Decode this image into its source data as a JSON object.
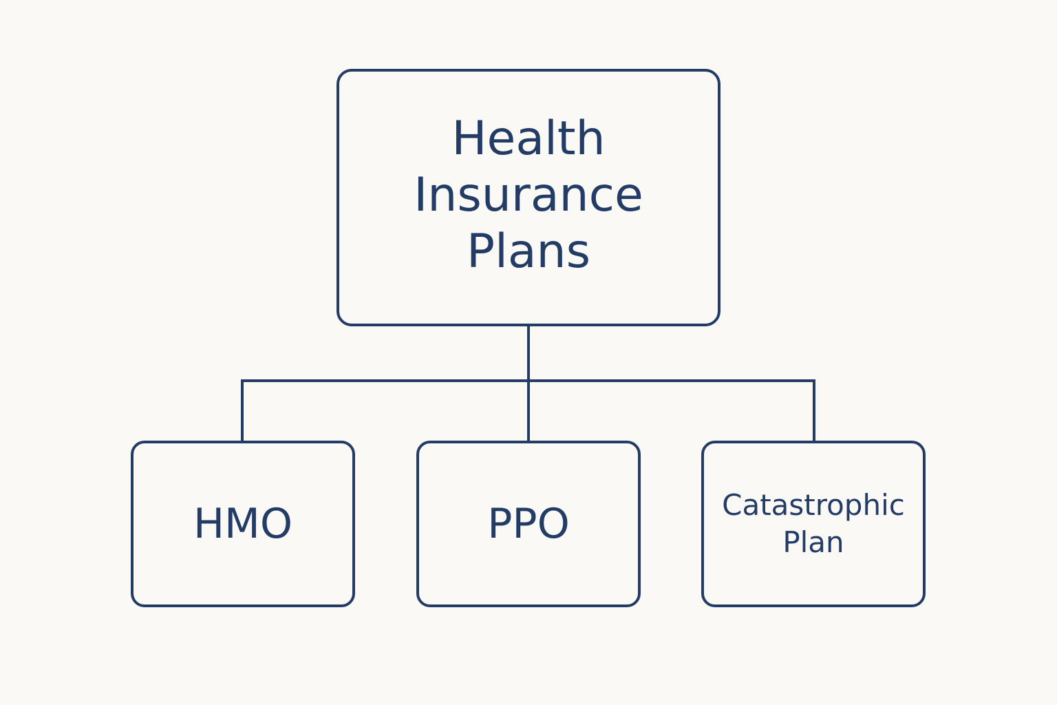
{
  "diagram": {
    "root": {
      "line1": "Health",
      "line2": "Insurance",
      "line3": "Plans"
    },
    "children": [
      {
        "line1": "HMO"
      },
      {
        "line1": "PPO"
      },
      {
        "line1": "Catastrophic",
        "line2": "Plan"
      }
    ]
  },
  "colors": {
    "stroke": "#233c66",
    "text": "#233c66",
    "background": "#faf9f5"
  }
}
